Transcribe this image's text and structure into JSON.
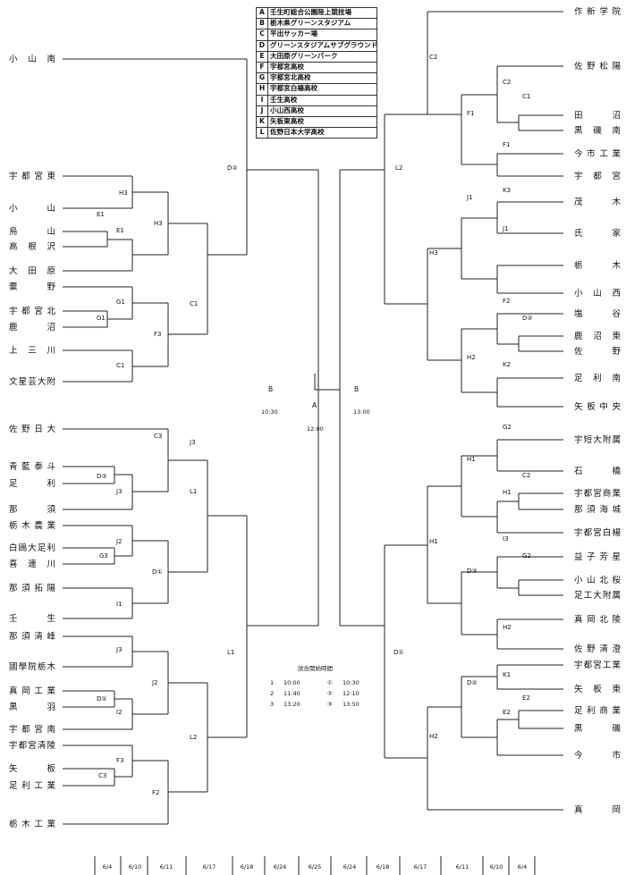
{
  "legend": [
    {
      "key": "A",
      "venue": "壬生町総合公園陸上競技場"
    },
    {
      "key": "B",
      "venue": "栃木県グリーンスタジアム"
    },
    {
      "key": "C",
      "venue": "平出サッカー場"
    },
    {
      "key": "D",
      "venue": "グリーンスタジアムサブグラウンド"
    },
    {
      "key": "E",
      "venue": "大田原グリーンパーク"
    },
    {
      "key": "F",
      "venue": "宇都宮高校"
    },
    {
      "key": "G",
      "venue": "宇都宮北高校"
    },
    {
      "key": "H",
      "venue": "宇都宮白楊高校"
    },
    {
      "key": "I",
      "venue": "壬生高校"
    },
    {
      "key": "J",
      "venue": "小山西高校"
    },
    {
      "key": "K",
      "venue": "矢板東高校"
    },
    {
      "key": "L",
      "venue": "佐野日本大学高校"
    }
  ],
  "left_teams": [
    "小山南",
    "宇都宮東",
    "小山",
    "烏山",
    "高根沢",
    "大田原",
    "粟野",
    "宇都宮北",
    "鹿沼",
    "上三川",
    "文星芸大附",
    "佐野日大",
    "青藍泰斗",
    "足利",
    "那須",
    "栃木農業",
    "白鴎大足利",
    "喜連川",
    "那須拓陽",
    "壬生",
    "那須清峰",
    "國學院栃木",
    "真岡工業",
    "黒羽",
    "宇都宮南",
    "宇都宮清陵",
    "矢板",
    "足利工業",
    "栃木工業"
  ],
  "right_teams": [
    "作新学院",
    "佐野松陽",
    "田沼",
    "黒磯南",
    "今市工業",
    "宇都宮",
    "茂木",
    "氏家",
    "栃木",
    "小山西",
    "塩谷",
    "鹿沼東",
    "佐野",
    "足利南",
    "矢板中央",
    "宇短大附属",
    "石橋",
    "宇都宮商業",
    "那須海城",
    "宇都宮白楊",
    "益子芳星",
    "小山北桜",
    "足工大附属",
    "真岡北陵",
    "佐野清澄",
    "宇都宮工業",
    "矢板東",
    "足利商業",
    "黒磯",
    "今市",
    "真岡"
  ],
  "left_nodes": {
    "r1": [
      "E1",
      "G1",
      "D③",
      "G3",
      "D①",
      "F3",
      "C3"
    ],
    "r2": [
      "H3",
      "E1",
      "G1",
      "C1",
      "J3",
      "C3",
      "J2",
      "I1",
      "J3",
      "I2",
      "F3",
      "F2"
    ],
    "r3": [
      "H3",
      "F3",
      "J3",
      "D①",
      "J2",
      "F2"
    ],
    "r4": [
      "C1",
      "L1",
      "L2"
    ],
    "r5": [
      "D②",
      "L1"
    ]
  },
  "right_nodes": {
    "r1": [
      "C1",
      "D②",
      "C2",
      "G2",
      "E2"
    ],
    "r2": [
      "C2",
      "F1",
      "K3",
      "J1",
      "F2",
      "K2",
      "G2",
      "H1",
      "I3",
      "H2",
      "K1",
      "E2"
    ],
    "r3": [
      "F1",
      "J1",
      "H2",
      "H1",
      "D③",
      "D②"
    ],
    "r4": [
      "C2",
      "H3",
      "H1",
      "H2"
    ],
    "r5": [
      "L2",
      "D①"
    ]
  },
  "final": {
    "left_label": "B",
    "left_time": "10:30",
    "center_label": "A",
    "center_time": "12:00",
    "right_label": "B",
    "right_time": "13:00"
  },
  "start_times": {
    "title": "試合開始時間",
    "rows": [
      {
        "num": "1",
        "time": "10:00",
        "mark": "①",
        "time2": "10:30"
      },
      {
        "num": "2",
        "time": "11:40",
        "mark": "②",
        "time2": "12:10"
      },
      {
        "num": "3",
        "time": "13:20",
        "mark": "③",
        "time2": "13:50"
      }
    ]
  },
  "dates": [
    "6/4",
    "6/10",
    "6/11",
    "6/17",
    "6/18",
    "6/24",
    "6/25",
    "6/24",
    "6/18",
    "6/17",
    "6/11",
    "6/10",
    "6/4"
  ]
}
